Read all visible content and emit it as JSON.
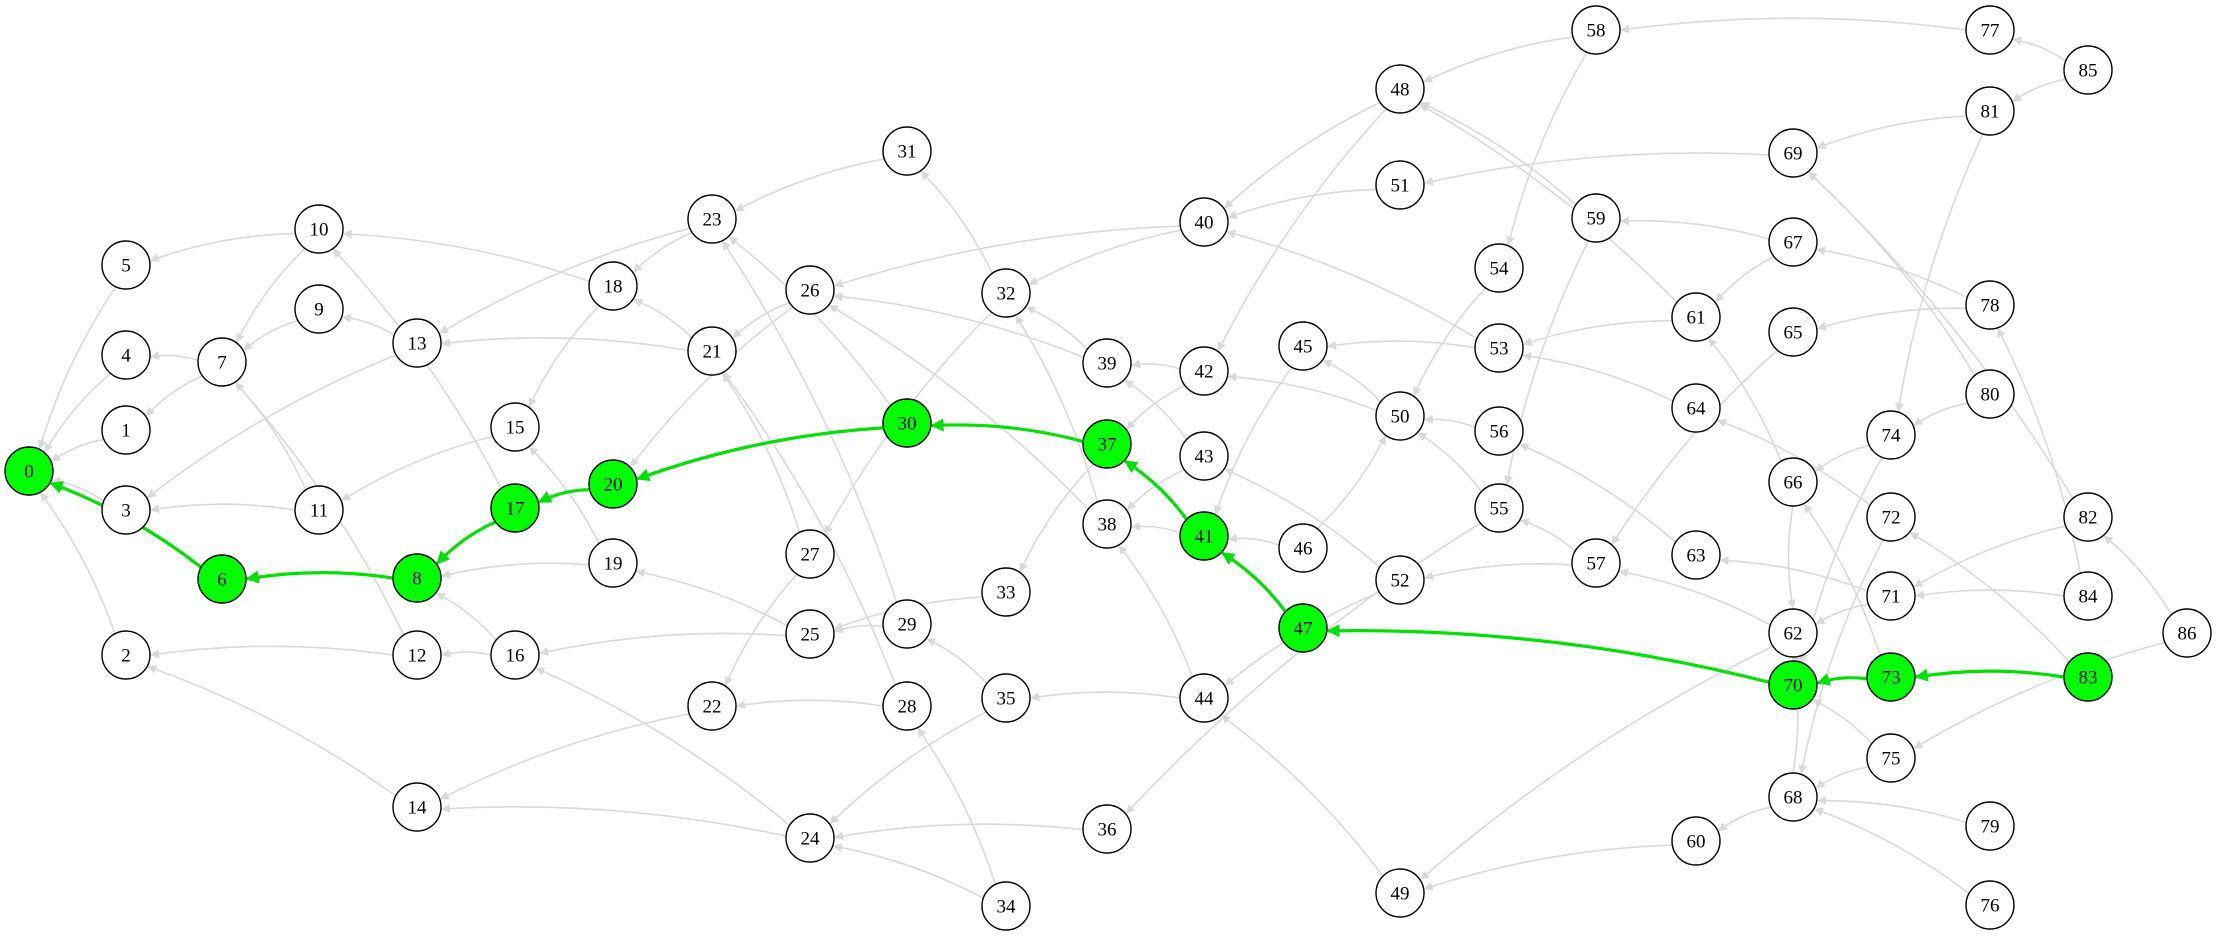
{
  "graph": {
    "colors": {
      "background": "#ffffff",
      "node_fill": "#ffffff",
      "node_stroke": "#000000",
      "edge": "#d9d9d9",
      "highlight": "#00ff00",
      "highlight_edge": "#00e000"
    },
    "highlighted_path": [
      "83",
      "73",
      "70",
      "47",
      "41",
      "37",
      "30",
      "20",
      "17",
      "8",
      "6",
      "0"
    ],
    "nodes": [
      {
        "id": "0",
        "label": "0"
      },
      {
        "id": "1",
        "label": "1"
      },
      {
        "id": "2",
        "label": "2"
      },
      {
        "id": "3",
        "label": "3"
      },
      {
        "id": "4",
        "label": "4"
      },
      {
        "id": "5",
        "label": "5"
      },
      {
        "id": "6",
        "label": "6"
      },
      {
        "id": "7",
        "label": "7"
      },
      {
        "id": "8",
        "label": "8"
      },
      {
        "id": "9",
        "label": "9"
      },
      {
        "id": "10",
        "label": "10"
      },
      {
        "id": "11",
        "label": "11"
      },
      {
        "id": "12",
        "label": "12"
      },
      {
        "id": "13",
        "label": "13"
      },
      {
        "id": "14",
        "label": "14"
      },
      {
        "id": "15",
        "label": "15"
      },
      {
        "id": "16",
        "label": "16"
      },
      {
        "id": "17",
        "label": "17"
      },
      {
        "id": "18",
        "label": "18"
      },
      {
        "id": "19",
        "label": "19"
      },
      {
        "id": "20",
        "label": "20"
      },
      {
        "id": "21",
        "label": "21"
      },
      {
        "id": "22",
        "label": "22"
      },
      {
        "id": "23",
        "label": "23"
      },
      {
        "id": "24",
        "label": "24"
      },
      {
        "id": "25",
        "label": "25"
      },
      {
        "id": "26",
        "label": "26"
      },
      {
        "id": "27",
        "label": "27"
      },
      {
        "id": "28",
        "label": "28"
      },
      {
        "id": "29",
        "label": "29"
      },
      {
        "id": "30",
        "label": "30"
      },
      {
        "id": "31",
        "label": "31"
      },
      {
        "id": "32",
        "label": "32"
      },
      {
        "id": "33",
        "label": "33"
      },
      {
        "id": "34",
        "label": "34"
      },
      {
        "id": "35",
        "label": "35"
      },
      {
        "id": "36",
        "label": "36"
      },
      {
        "id": "37",
        "label": "37"
      },
      {
        "id": "38",
        "label": "38"
      },
      {
        "id": "39",
        "label": "39"
      },
      {
        "id": "40",
        "label": "40"
      },
      {
        "id": "41",
        "label": "41"
      },
      {
        "id": "42",
        "label": "42"
      },
      {
        "id": "43",
        "label": "43"
      },
      {
        "id": "44",
        "label": "44"
      },
      {
        "id": "45",
        "label": "45"
      },
      {
        "id": "46",
        "label": "46"
      },
      {
        "id": "47",
        "label": "47"
      },
      {
        "id": "48",
        "label": "48"
      },
      {
        "id": "49",
        "label": "49"
      },
      {
        "id": "50",
        "label": "50"
      },
      {
        "id": "51",
        "label": "51"
      },
      {
        "id": "52",
        "label": "52"
      },
      {
        "id": "53",
        "label": "53"
      },
      {
        "id": "54",
        "label": "54"
      },
      {
        "id": "55",
        "label": "55"
      },
      {
        "id": "56",
        "label": "56"
      },
      {
        "id": "57",
        "label": "57"
      },
      {
        "id": "58",
        "label": "58"
      },
      {
        "id": "59",
        "label": "59"
      },
      {
        "id": "60",
        "label": "60"
      },
      {
        "id": "61",
        "label": "61"
      },
      {
        "id": "62",
        "label": "62"
      },
      {
        "id": "63",
        "label": "63"
      },
      {
        "id": "64",
        "label": "64"
      },
      {
        "id": "65",
        "label": "65"
      },
      {
        "id": "66",
        "label": "66"
      },
      {
        "id": "67",
        "label": "67"
      },
      {
        "id": "68",
        "label": "68"
      },
      {
        "id": "69",
        "label": "69"
      },
      {
        "id": "70",
        "label": "70"
      },
      {
        "id": "71",
        "label": "71"
      },
      {
        "id": "72",
        "label": "72"
      },
      {
        "id": "73",
        "label": "73"
      },
      {
        "id": "74",
        "label": "74"
      },
      {
        "id": "75",
        "label": "75"
      },
      {
        "id": "76",
        "label": "76"
      },
      {
        "id": "77",
        "label": "77"
      },
      {
        "id": "78",
        "label": "78"
      },
      {
        "id": "79",
        "label": "79"
      },
      {
        "id": "80",
        "label": "80"
      },
      {
        "id": "81",
        "label": "81"
      },
      {
        "id": "82",
        "label": "82"
      },
      {
        "id": "83",
        "label": "83"
      },
      {
        "id": "84",
        "label": "84"
      },
      {
        "id": "85",
        "label": "85"
      },
      {
        "id": "86",
        "label": "86"
      }
    ],
    "edges": [
      [
        "1",
        "0"
      ],
      [
        "2",
        "0"
      ],
      [
        "3",
        "0"
      ],
      [
        "4",
        "0"
      ],
      [
        "5",
        "0"
      ],
      [
        "6",
        "0"
      ],
      [
        "7",
        "1"
      ],
      [
        "9",
        "7"
      ],
      [
        "10",
        "7"
      ],
      [
        "11",
        "7"
      ],
      [
        "12",
        "7"
      ],
      [
        "7",
        "4"
      ],
      [
        "10",
        "5"
      ],
      [
        "8",
        "6"
      ],
      [
        "11",
        "3"
      ],
      [
        "12",
        "2"
      ],
      [
        "14",
        "2"
      ],
      [
        "13",
        "3"
      ],
      [
        "13",
        "9"
      ],
      [
        "16",
        "12"
      ],
      [
        "16",
        "8"
      ],
      [
        "17",
        "8"
      ],
      [
        "19",
        "8"
      ],
      [
        "15",
        "11"
      ],
      [
        "19",
        "15"
      ],
      [
        "18",
        "10"
      ],
      [
        "17",
        "10"
      ],
      [
        "18",
        "15"
      ],
      [
        "23",
        "13"
      ],
      [
        "23",
        "18"
      ],
      [
        "21",
        "18"
      ],
      [
        "21",
        "13"
      ],
      [
        "20",
        "17"
      ],
      [
        "22",
        "14"
      ],
      [
        "24",
        "14"
      ],
      [
        "24",
        "16"
      ],
      [
        "25",
        "16"
      ],
      [
        "25",
        "19"
      ],
      [
        "26",
        "20"
      ],
      [
        "30",
        "20"
      ],
      [
        "26",
        "21"
      ],
      [
        "27",
        "21"
      ],
      [
        "28",
        "21"
      ],
      [
        "28",
        "22"
      ],
      [
        "27",
        "22"
      ],
      [
        "29",
        "23"
      ],
      [
        "30",
        "23"
      ],
      [
        "31",
        "23"
      ],
      [
        "29",
        "25"
      ],
      [
        "34",
        "24"
      ],
      [
        "35",
        "24"
      ],
      [
        "36",
        "24"
      ],
      [
        "35",
        "29"
      ],
      [
        "34",
        "28"
      ],
      [
        "33",
        "25"
      ],
      [
        "37",
        "30"
      ],
      [
        "32",
        "31"
      ],
      [
        "32",
        "27"
      ],
      [
        "38",
        "26"
      ],
      [
        "39",
        "26"
      ],
      [
        "38",
        "32"
      ],
      [
        "39",
        "32"
      ],
      [
        "40",
        "26"
      ],
      [
        "40",
        "32"
      ],
      [
        "44",
        "35"
      ],
      [
        "42",
        "37"
      ],
      [
        "37",
        "33"
      ],
      [
        "41",
        "37"
      ],
      [
        "41",
        "38"
      ],
      [
        "43",
        "38"
      ],
      [
        "43",
        "39"
      ],
      [
        "44",
        "38"
      ],
      [
        "42",
        "39"
      ],
      [
        "47",
        "41"
      ],
      [
        "45",
        "41"
      ],
      [
        "46",
        "41"
      ],
      [
        "46",
        "50"
      ],
      [
        "52",
        "43"
      ],
      [
        "49",
        "44"
      ],
      [
        "52",
        "44"
      ],
      [
        "50",
        "42"
      ],
      [
        "50",
        "45"
      ],
      [
        "53",
        "45"
      ],
      [
        "53",
        "40"
      ],
      [
        "48",
        "40"
      ],
      [
        "51",
        "40"
      ],
      [
        "48",
        "42"
      ],
      [
        "54",
        "50"
      ],
      [
        "56",
        "50"
      ],
      [
        "55",
        "50"
      ],
      [
        "55",
        "36"
      ],
      [
        "57",
        "52"
      ],
      [
        "57",
        "55"
      ],
      [
        "59",
        "55"
      ],
      [
        "59",
        "48"
      ],
      [
        "58",
        "48"
      ],
      [
        "58",
        "54"
      ],
      [
        "60",
        "49"
      ],
      [
        "62",
        "49"
      ],
      [
        "61",
        "48"
      ],
      [
        "61",
        "53"
      ],
      [
        "64",
        "53"
      ],
      [
        "63",
        "56"
      ],
      [
        "62",
        "57"
      ],
      [
        "65",
        "57"
      ],
      [
        "66",
        "61"
      ],
      [
        "66",
        "62"
      ],
      [
        "67",
        "61"
      ],
      [
        "67",
        "59"
      ],
      [
        "69",
        "51"
      ],
      [
        "70",
        "62"
      ],
      [
        "68",
        "62"
      ],
      [
        "70",
        "47"
      ],
      [
        "73",
        "70"
      ],
      [
        "71",
        "62"
      ],
      [
        "71",
        "63"
      ],
      [
        "72",
        "64"
      ],
      [
        "72",
        "68"
      ],
      [
        "73",
        "66"
      ],
      [
        "68",
        "60"
      ],
      [
        "75",
        "68"
      ],
      [
        "76",
        "68"
      ],
      [
        "79",
        "68"
      ],
      [
        "75",
        "70"
      ],
      [
        "74",
        "66"
      ],
      [
        "74",
        "70"
      ],
      [
        "78",
        "65"
      ],
      [
        "78",
        "67"
      ],
      [
        "77",
        "58"
      ],
      [
        "80",
        "74"
      ],
      [
        "80",
        "69"
      ],
      [
        "81",
        "69"
      ],
      [
        "81",
        "74"
      ],
      [
        "82",
        "69"
      ],
      [
        "82",
        "71"
      ],
      [
        "83",
        "73"
      ],
      [
        "83",
        "72"
      ],
      [
        "84",
        "71"
      ],
      [
        "84",
        "78"
      ],
      [
        "85",
        "77"
      ],
      [
        "85",
        "81"
      ],
      [
        "86",
        "82"
      ],
      [
        "86",
        "75"
      ]
    ]
  }
}
